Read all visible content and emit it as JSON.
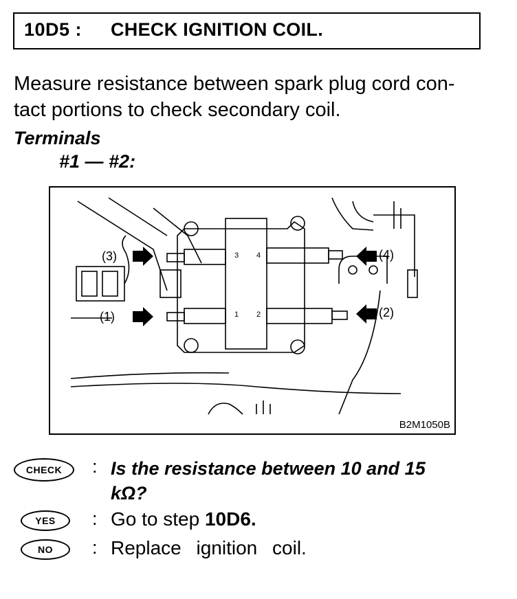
{
  "header": {
    "step_code": "10D5 :",
    "title": "CHECK IGNITION COIL."
  },
  "intro": {
    "line1": "Measure resistance between spark plug cord con-",
    "line2": "tact portions to check secondary coil."
  },
  "terminals": {
    "label": "Terminals",
    "pair": "#1 — #2:"
  },
  "figure": {
    "code": "B2M1050B",
    "callouts": [
      "(3)",
      "(1)",
      "(4)",
      "(2)"
    ],
    "coil_marks": [
      "3",
      "4",
      "1",
      "2"
    ]
  },
  "check": {
    "badge": "CHECK",
    "separator": ":",
    "question_line1": "Is the resistance between 10 and 15",
    "question_line2": "kΩ?"
  },
  "yes": {
    "badge": "YES",
    "separator": ":",
    "prefix": "Go to step ",
    "target": "10D6."
  },
  "no": {
    "badge": "NO",
    "separator": ":",
    "text": "Replace ignition coil."
  }
}
